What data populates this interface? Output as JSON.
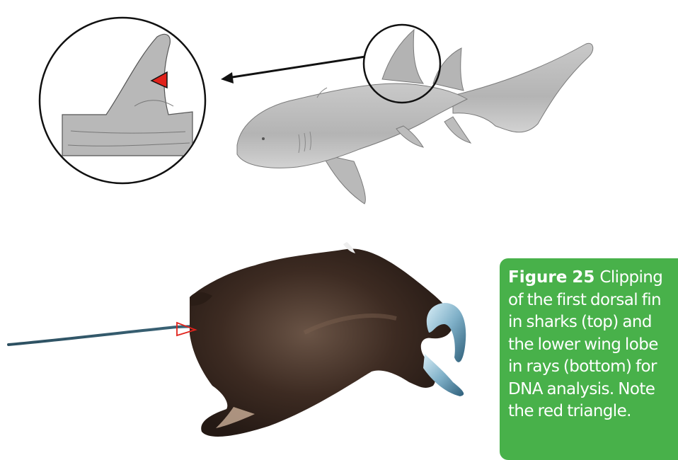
{
  "figure": {
    "label": "Figure 25",
    "caption": "Clipping of the first dorsal fin in sharks (top) and the lower wing lobe in rays (bottom) for DNA analysis. Note the red triangle."
  },
  "colors": {
    "caption_background": "#48b14a",
    "caption_text": "#ffffff",
    "marker": "#e0221b"
  },
  "icons": [
    "shark-icon",
    "manta-ray-icon",
    "dorsal-fin-zoom-icon",
    "red-triangle-marker",
    "arrow-left"
  ]
}
